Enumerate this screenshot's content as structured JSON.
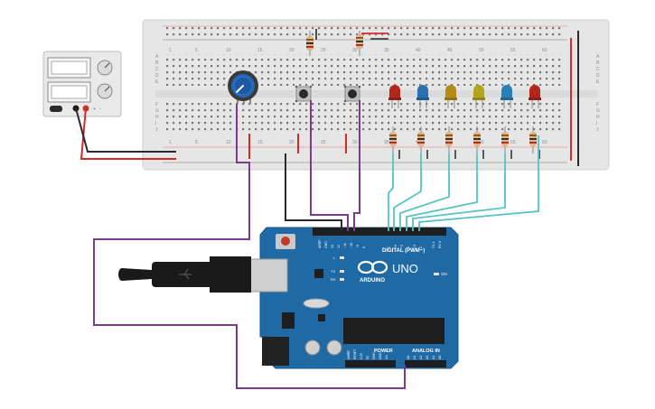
{
  "breadboard": {
    "column_numbers": [
      "1",
      "5",
      "10",
      "15",
      "20",
      "25",
      "30",
      "35",
      "40",
      "45",
      "50",
      "55",
      "60"
    ],
    "row_letters_top": [
      "A",
      "B",
      "C",
      "D",
      "E"
    ],
    "row_letters_bottom": [
      "F",
      "G",
      "H",
      "I",
      "J"
    ]
  },
  "power_supply": {
    "terminal_labels": [
      "+",
      "-"
    ]
  },
  "arduino": {
    "brand_label": "ARDUINO",
    "model_label": "UNO",
    "digital_label": "DIGITAL (PWM~)",
    "power_label": "POWER",
    "analog_label": "ANALOG IN",
    "on_label": "ON",
    "led_labels": [
      "L",
      "TX",
      "RX"
    ],
    "digital_pins": [
      "AREF",
      "GND",
      "13",
      "12",
      "~11",
      "~10",
      "~9",
      "8",
      "7",
      "~6",
      "~5",
      "4",
      "~3",
      "2",
      "TX 1",
      "RX 0"
    ],
    "power_pins": [
      "IOREF",
      "RESET",
      "3.3V",
      "5V",
      "GND",
      "GND",
      "Vin"
    ],
    "analog_pins": [
      "A0",
      "A1",
      "A2",
      "A3",
      "A4",
      "A5"
    ]
  },
  "leds": [
    {
      "color": "#b3261e"
    },
    {
      "color": "#2a6fb0"
    },
    {
      "color": "#b58b17"
    },
    {
      "color": "#b3a41d"
    },
    {
      "color": "#2a7fb5"
    },
    {
      "color": "#b3261e"
    }
  ],
  "colors": {
    "breadboard": "#e8e8e8",
    "arduino_board": "#1f6aa5",
    "wire_red": "#d62a2a",
    "wire_black": "#2a2a2a",
    "wire_purple": "#7b3b8c",
    "wire_cyan": "#56c4c4",
    "potentiometer": "#2466b5"
  }
}
